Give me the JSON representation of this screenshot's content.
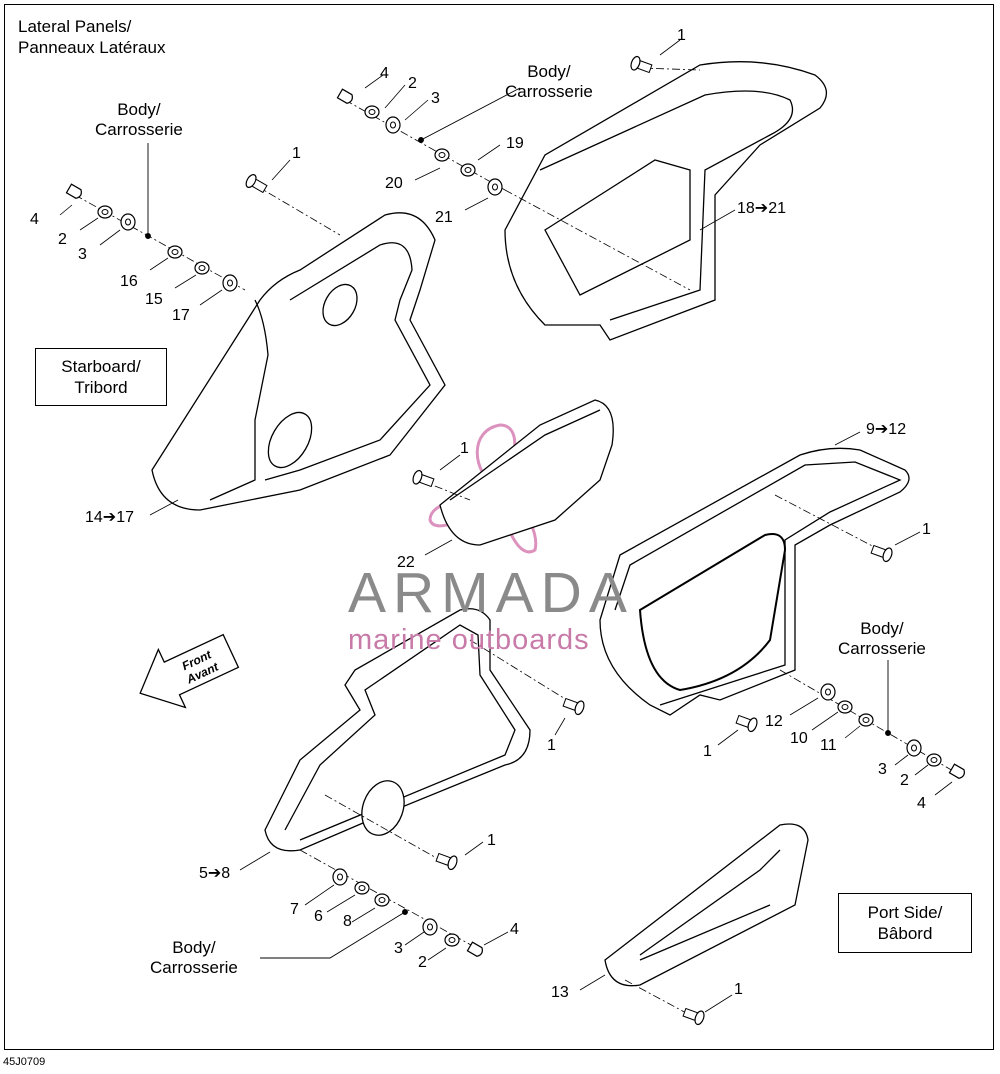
{
  "title": {
    "line1": "Lateral Panels/",
    "line2": "Panneaux Latéraux"
  },
  "starboard_box": {
    "line1": "Starboard/",
    "line2": "Tribord"
  },
  "port_box": {
    "line1": "Port Side/",
    "line2": "Bâbord"
  },
  "body_label": {
    "line1": "Body/",
    "line2": "Carrosserie"
  },
  "front_arrow": {
    "line1": "Front",
    "line2": "Avant"
  },
  "watermark": {
    "brand": "ARMADA",
    "tagline": "marine outboards"
  },
  "document_id": "45J0709",
  "callouts": {
    "c1": "1",
    "c2": "2",
    "c3": "3",
    "c4": "4",
    "c6": "6",
    "c7": "7",
    "c8": "8",
    "c10": "10",
    "c11": "11",
    "c12": "12",
    "c13": "13",
    "c15": "15",
    "c16": "16",
    "c17": "17",
    "c19": "19",
    "c20": "20",
    "c21": "21",
    "c22": "22",
    "r5_8": "5➔8",
    "r9_12": "9➔12",
    "r14_17": "14➔17",
    "r18_21": "18➔21"
  },
  "colors": {
    "line": "#000000",
    "watermark_gray": "#8a8a8a",
    "watermark_pink": "#d77fb3"
  }
}
